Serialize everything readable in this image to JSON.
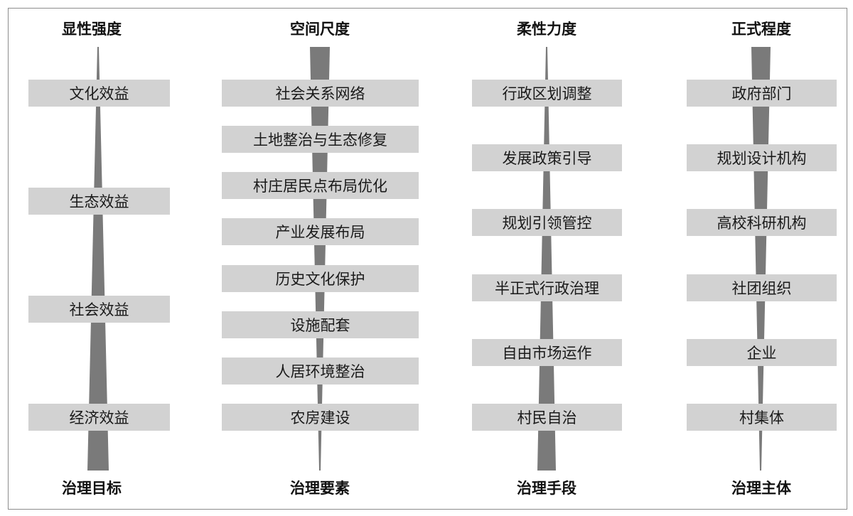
{
  "columns": [
    {
      "header": "显性强度",
      "footer": "治理目标",
      "items": [
        "文化效益",
        "生态效益",
        "社会效益",
        "经济效益"
      ]
    },
    {
      "header": "空间尺度",
      "footer": "治理要素",
      "items": [
        "社会关系网络",
        "土地整治与生态修复",
        "村庄居民点布局优化",
        "产业发展布局",
        "历史文化保护",
        "设施配套",
        "人居环境整治",
        "农房建设"
      ]
    },
    {
      "header": "柔性力度",
      "footer": "治理手段",
      "items": [
        "行政区划调整",
        "发展政策引导",
        "规划引领管控",
        "半正式行政治理",
        "自由市场运作",
        "村民自治"
      ]
    },
    {
      "header": "正式程度",
      "footer": "治理主体",
      "items": [
        "政府部门",
        "规划设计机构",
        "高校科研机构",
        "社团组织",
        "企业",
        "村集体"
      ]
    }
  ],
  "colors": {
    "wedge": "#7a7a7a",
    "box": "#d2d2d2",
    "frame": "#8c8c8c"
  }
}
